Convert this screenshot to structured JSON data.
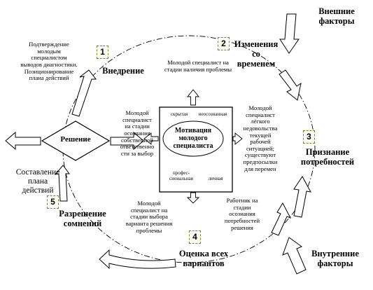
{
  "external_factors": "Внешние\nфакторы",
  "internal_factors": "Внутренние\nфакторы",
  "center": {
    "title": "Мотивация\nмолодого\nспециалиста",
    "hidden": "скрытая",
    "unconscious": "неосознанная",
    "professional": "профес-\nсиональная",
    "personal": "личная"
  },
  "decision": "Решение",
  "stages": [
    {
      "number": "1",
      "title": "Внедрение",
      "note": "Подтверждение\nмолодым\nспециалистом\nвыводов диагностики.\nПозиционирование\nплана действий"
    },
    {
      "number": "2",
      "title": "Изменения\nсо\nвременем",
      "note": "Молодой специалист на\nстадии наличия проблемы"
    },
    {
      "number": "3",
      "title": "Признание\nпотребностей",
      "note": "Молодой\nспециалист\nлёгкого\nнедовольства\nтекущей\nрабочей\nситуацией;\nсуществуют\nпредпосылки\nдля перемен"
    },
    {
      "number": "4",
      "title": "Оценка всех\nвариантов",
      "note": "Работник на\nстадии\nосознания\nпотребностей\nрешения"
    },
    {
      "number": "5",
      "title": "Разрешение\nсомнений",
      "note": "Составление\nплана\nдействий"
    }
  ],
  "left_note": "Молодой\nспециалист\nна стадии\nосознания\nсобственной\nответственно\nсти за выбор",
  "bottom_note": "Молодой\nспециалист на\nстадии выбора\nварианта решения\nпроблемы"
}
